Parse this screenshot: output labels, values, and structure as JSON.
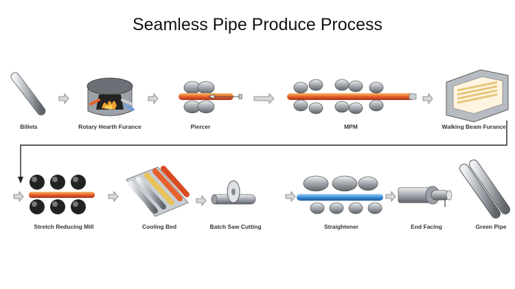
{
  "title": "Seamless Pipe Produce Process",
  "steps": [
    {
      "label": "Billets"
    },
    {
      "label": "Rotary Hearth Furance"
    },
    {
      "label": "Piercer"
    },
    {
      "label": "MPM"
    },
    {
      "label": "Walking Beam Furance"
    },
    {
      "label": "Stretch Reducing Mill"
    },
    {
      "label": "Cooling Bed"
    },
    {
      "label": "Batch Saw Cutting"
    },
    {
      "label": "Straightener"
    },
    {
      "label": "End Facing"
    },
    {
      "label": "Green Pipe"
    }
  ],
  "colors": {
    "steel": "#b9bec4",
    "hot": "#e8602a",
    "hot_glow": "#f3a23b",
    "blue": "#3a8fd8",
    "dark": "#2b2b2b"
  }
}
